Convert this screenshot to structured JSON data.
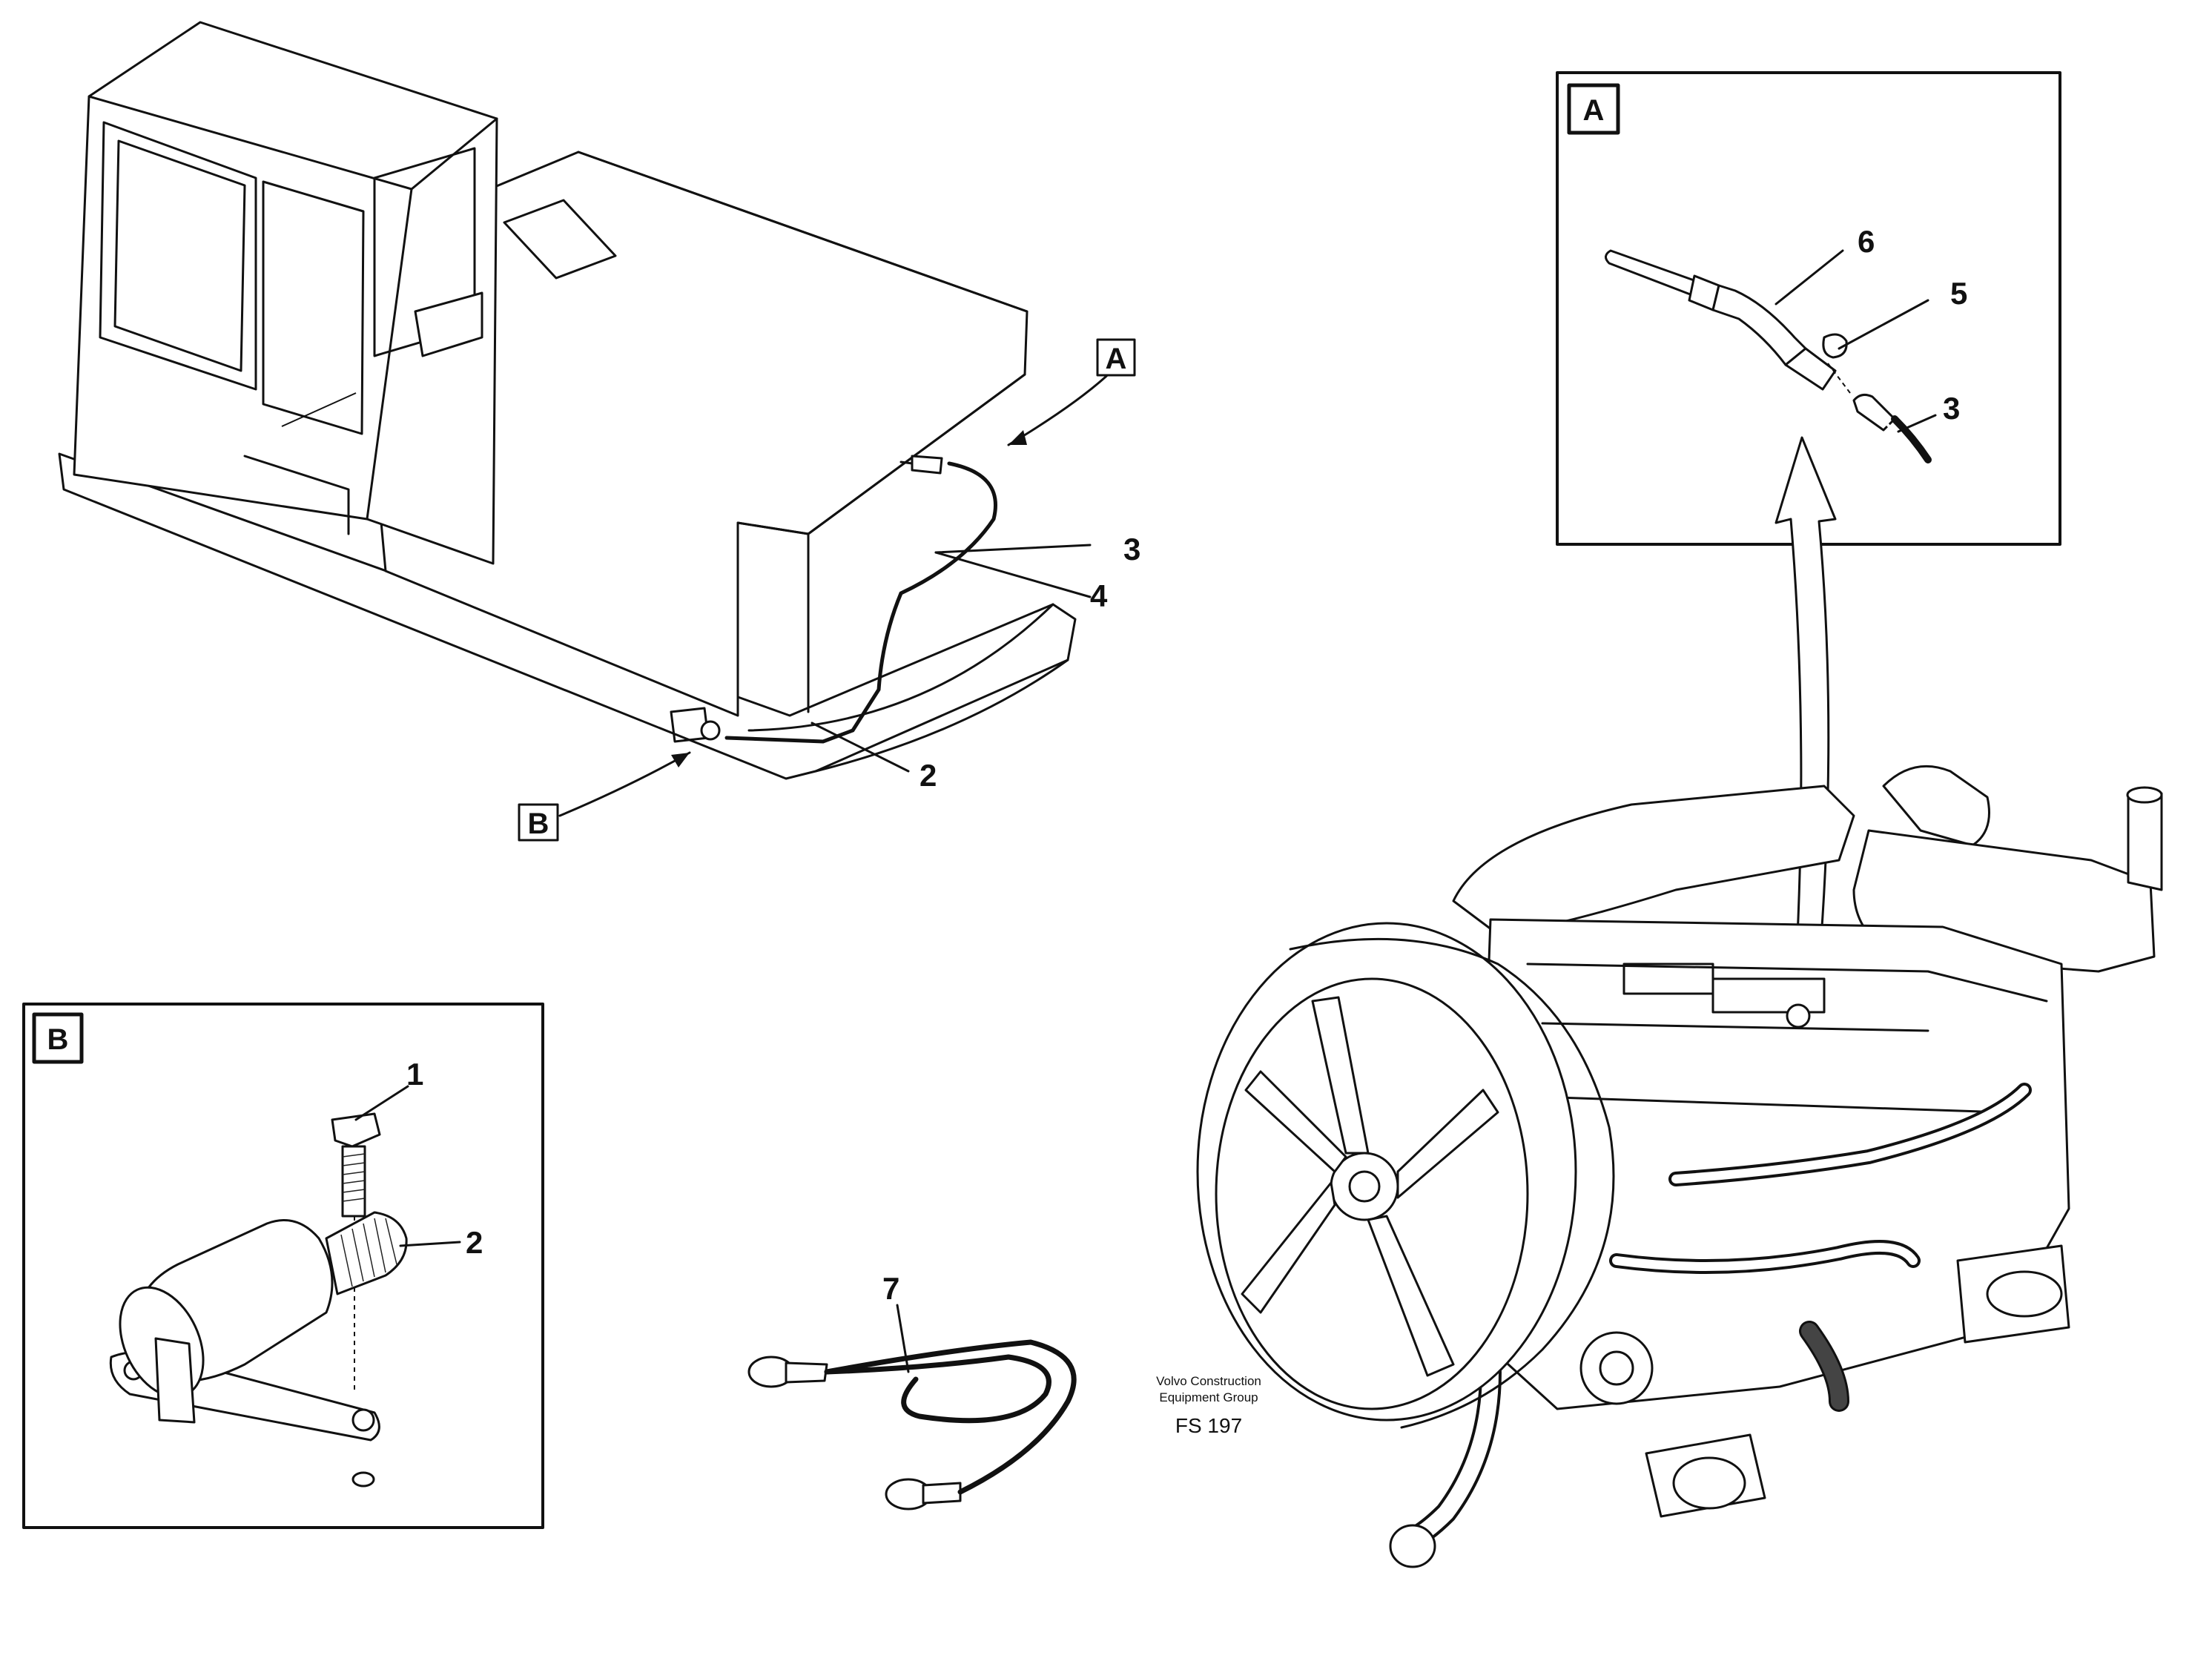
{
  "detail_labels": {
    "a_small": "A",
    "a_box": "A",
    "b_small": "B",
    "b_box": "B"
  },
  "callouts": {
    "c1": "1",
    "c2_machine": "2",
    "c2_detail_b": "2",
    "c3_machine": "3",
    "c3_detail_a": "3",
    "c4": "4",
    "c5": "5",
    "c6": "6",
    "c7": "7"
  },
  "credit": {
    "line1": "Volvo Construction",
    "line2": "Equipment Group",
    "figure_code": "FS 197"
  }
}
